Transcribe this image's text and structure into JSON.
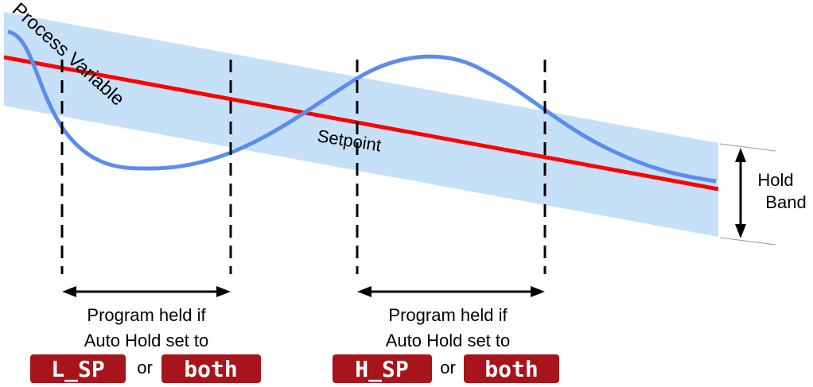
{
  "labels": {
    "process_variable": "Process Variable",
    "setpoint": "Setpoint",
    "hold_band_line1": "Hold",
    "hold_band_line2": "Band"
  },
  "left_note": {
    "line1": "Program held if",
    "line2": "Auto Hold set to",
    "badge1": "L_SP",
    "or": "or",
    "badge2": "both"
  },
  "right_note": {
    "line1": "Program held if",
    "line2": "Auto Hold set to",
    "badge1": "H_SP",
    "or": "or",
    "badge2": "both"
  },
  "colors": {
    "hold_band": "#c6e0f8",
    "setpoint": "#ff0000",
    "process_variable": "#5b8def",
    "badge": "#a8141c"
  }
}
